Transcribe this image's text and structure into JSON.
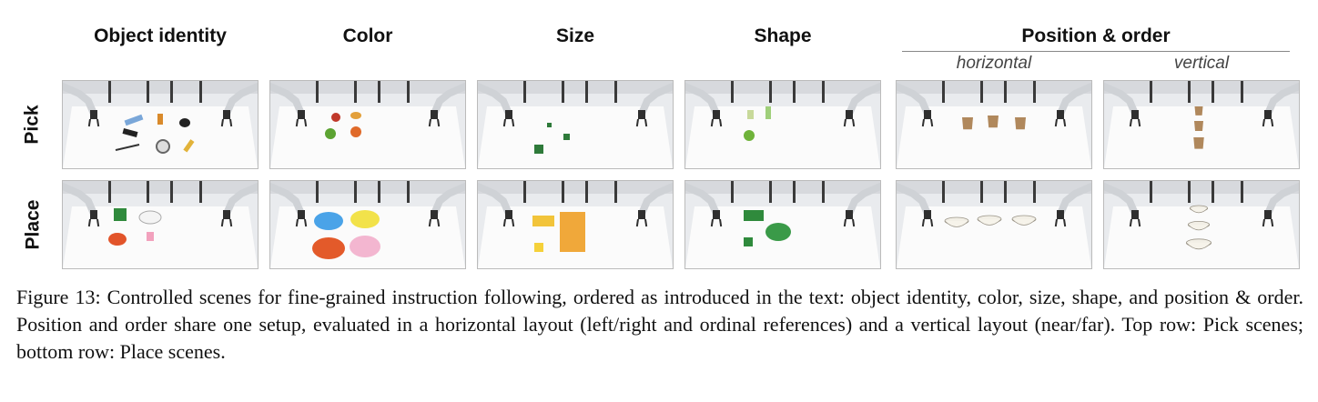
{
  "columns": [
    {
      "label": "Object identity"
    },
    {
      "label": "Color"
    },
    {
      "label": "Size"
    },
    {
      "label": "Shape"
    }
  ],
  "group_header": {
    "label": "Position & order",
    "sub": [
      "horizontal",
      "vertical"
    ]
  },
  "rows": [
    {
      "label": "Pick"
    },
    {
      "label": "Place"
    }
  ],
  "caption": "Figure 13: Controlled scenes for fine-grained instruction following, ordered as introduced in the text: object identity, color, size, shape, and position & order. Position and order share one setup, evaluated in a horizontal layout (left/right and ordinal references) and a vertical layout (near/far). Top row: Pick scenes; bottom row: Place scenes."
}
